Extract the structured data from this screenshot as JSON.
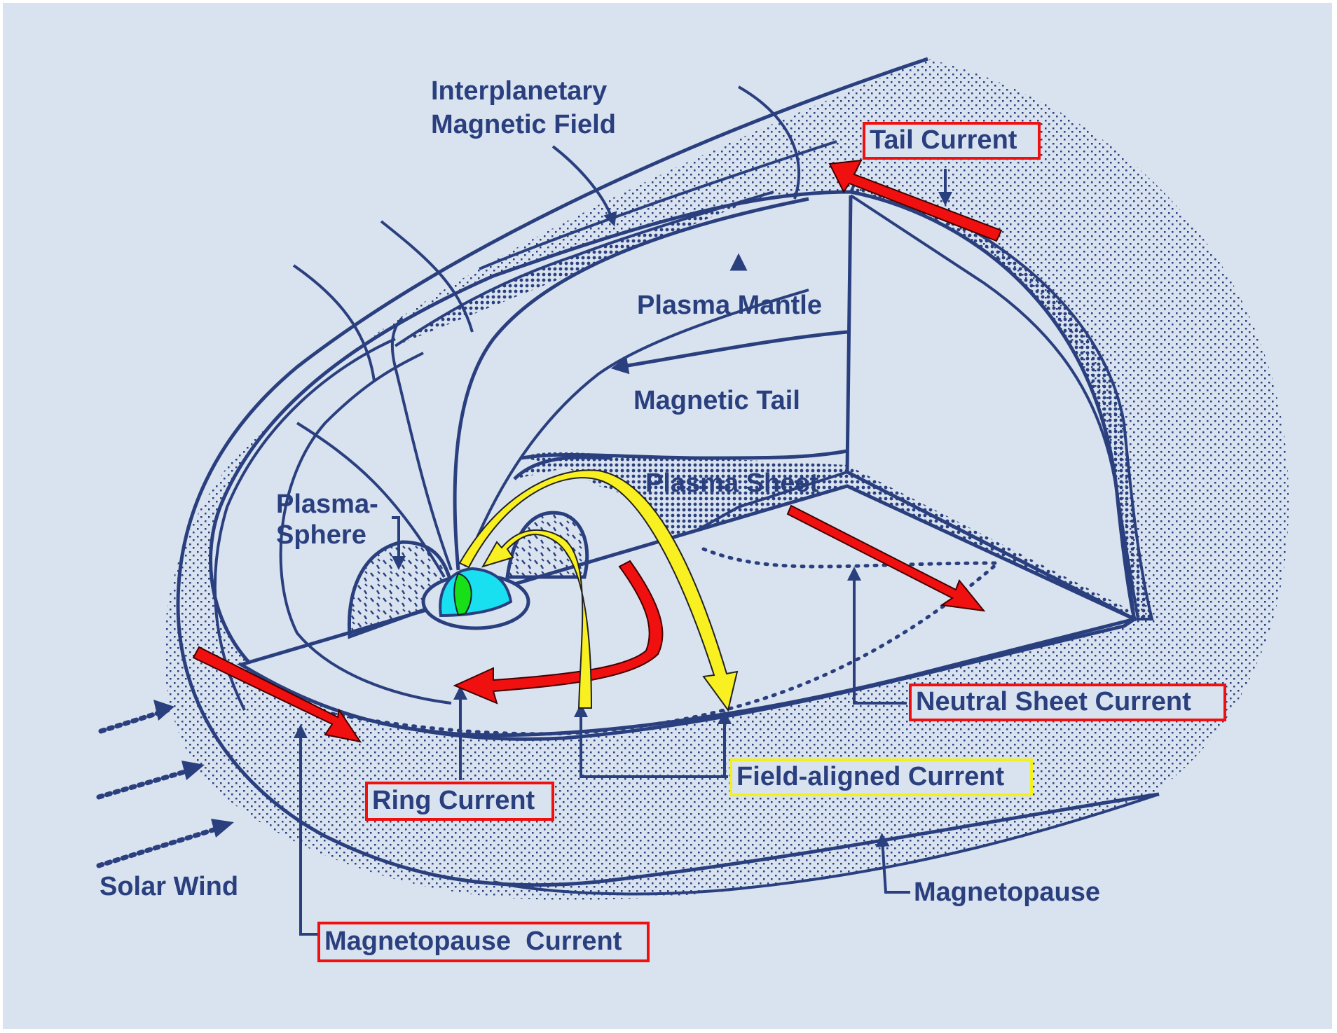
{
  "diagram": {
    "title": "Earth's magnetosphere current systems",
    "colors": {
      "background": "#d9e2ef",
      "line": "#2a3f7e",
      "current_arrow": "#f01010",
      "field_aligned_arrow": "#f8f020",
      "earth_ocean": "#18e0f0",
      "earth_land": "#18e018",
      "current_label_border": "#f01010",
      "field_aligned_label_border": "#f3f020"
    },
    "labels": {
      "imf_line1": "Interplanetary",
      "imf_line2": "Magnetic Field",
      "plasma_mantle": "Plasma Mantle",
      "magnetic_tail": "Magnetic Tail",
      "plasma_sheet": "Plasma Sheet",
      "plasmasphere_line1": "Plasma-",
      "plasmasphere_line2": "Sphere",
      "solar_wind": "Solar Wind",
      "magnetopause": "Magnetopause"
    },
    "current_labels": {
      "tail_current": "Tail Current",
      "neutral_sheet_current": "Neutral Sheet Current",
      "field_aligned_current": "Field-aligned Current",
      "ring_current": "Ring Current",
      "magnetopause_current": "Magnetopause  Current"
    }
  }
}
